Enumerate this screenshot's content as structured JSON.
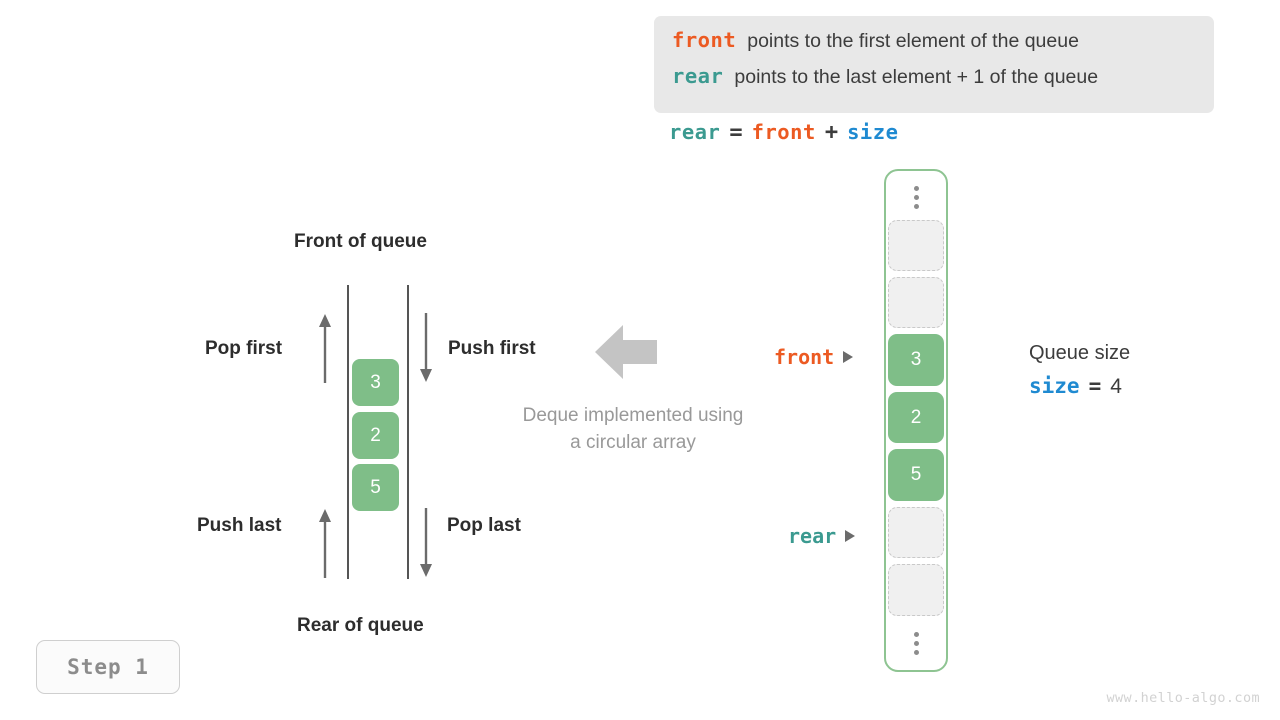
{
  "info_box": {
    "rows": [
      {
        "keyword": "front",
        "text": "points to the first element of the queue"
      },
      {
        "keyword": "rear",
        "text": "points to the last element + 1 of the queue"
      }
    ]
  },
  "equation": {
    "lhs": "rear",
    "eq": "=",
    "term1": "front",
    "plus": "+",
    "term2": "size"
  },
  "deque_diagram": {
    "front_label": "Front of queue",
    "rear_label": "Rear of queue",
    "pop_first": "Pop first",
    "push_first": "Push first",
    "push_last": "Push last",
    "pop_last": "Pop last",
    "cells": [
      "3",
      "2",
      "5"
    ],
    "caption_line1": "Deque implemented using",
    "caption_line2": "a circular array"
  },
  "circular_array": {
    "slots": [
      {
        "type": "ellipsis",
        "value": ""
      },
      {
        "type": "empty",
        "value": ""
      },
      {
        "type": "empty",
        "value": ""
      },
      {
        "type": "full",
        "value": "3"
      },
      {
        "type": "full",
        "value": "2"
      },
      {
        "type": "full",
        "value": "5"
      },
      {
        "type": "empty",
        "value": ""
      },
      {
        "type": "empty",
        "value": ""
      },
      {
        "type": "ellipsis",
        "value": ""
      }
    ],
    "pointers": {
      "front_label": "front",
      "rear_label": "rear"
    }
  },
  "queue_size": {
    "title": "Queue size",
    "var": "size",
    "eq": "=",
    "value": "4"
  },
  "step_badge": "Step 1",
  "watermark": "www.hello-algo.com",
  "colors": {
    "front": "#ec5a22",
    "rear": "#3b9a90",
    "size": "#1f8ad1",
    "cell_fill": "#7fbe88",
    "container_border": "#8ec492",
    "info_box_bg": "#e8e8e8",
    "muted_text": "#999999",
    "big_arrow": "#c4c4c4"
  }
}
